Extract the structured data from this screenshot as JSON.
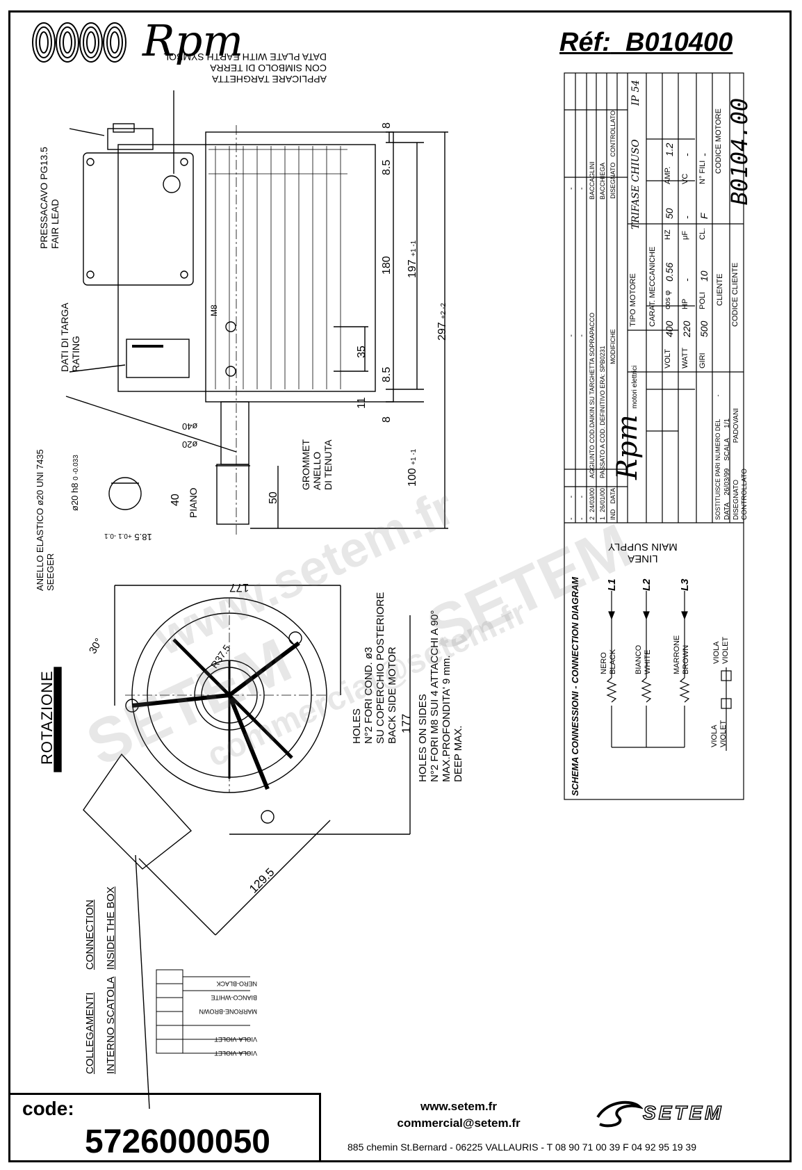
{
  "header": {
    "brand": "Rpm",
    "ref_label": "Réf:",
    "ref_value": "B010400"
  },
  "labels": {
    "data_plate": [
      "APPLICARE TARGHETTA",
      "CON SIMBOLO DI TERRA",
      "DATA PLATE WITH EARTH SYMBOL"
    ],
    "pressacavo": [
      "PRESSACAVO PG13.5",
      "FAIR LEAD"
    ],
    "dati_targa": [
      "DATI DI TARGA",
      "RATING"
    ],
    "anello_elastico": [
      "ANELLO ELASTICO ø20 UNI 7435",
      "SEEGER"
    ],
    "grommet": [
      "GROMMET",
      "ANELLO",
      "DI TENUTA"
    ],
    "piano": "PIANO",
    "rotazione": "ROTAZIONE",
    "holes_back": [
      "HOLES",
      "N°2 FORI COND. ø3",
      "SU COPERCHIO POSTERIORE",
      "BACK SIDE MOTOR"
    ],
    "holes_sides": [
      "HOLES          ON         SIDES",
      "N°2 FORI M8 SUI 4 ATTACCHI A 90°",
      "MAX.PROFONDITA' 9 mm.",
      "DEEP MAX."
    ],
    "connection_box": [
      "CONNECTION",
      "INSIDE THE BOX"
    ],
    "collegamenti": [
      "COLLEGAMENTI",
      "INTERNO SCATOLA"
    ],
    "terminal_wires": [
      "VIOLA-VIOLET",
      "VIOLA-VIOLET",
      "MARRONE-BROWN",
      "BIANCO-WHITE",
      "NERO-BLACK"
    ],
    "m8": "M8"
  },
  "dimensions": {
    "d8_top": "8",
    "d8_5_top": "8.5",
    "d180": "180",
    "d197": "197",
    "d197_tol": "+1 -1",
    "d297": "297",
    "d297_tol": "+2 -2",
    "d35": "35",
    "d8_5_bot": "8.5",
    "d11": "11",
    "d8_bot": "8",
    "d100": "100",
    "d100_tol": "+1 -1",
    "d50": "50",
    "d40": "40",
    "phi40": "ø40",
    "phi20": "ø20",
    "shaft_phi": "ø20 h8",
    "shaft_tol": "0 -0.033",
    "d18_5": "18.5",
    "d18_5_tol": "+0.1 -0.1",
    "d177_h": "177",
    "d177_v": "177",
    "r37_5": "R37.5",
    "d129_5": "129.5",
    "angle30": "30°"
  },
  "title_block": {
    "rows": [
      {
        "ind": "-",
        "data": "-",
        "modifiche": "-",
        "dis": "-"
      },
      {
        "ind": "-",
        "data": "-",
        "modifiche": "-",
        "dis": "-"
      },
      {
        "ind": "2",
        "data": "24/03/00",
        "modifiche": "AGGIUNTO COD.DAIKIN SU TARGHETTA SOPRAPACCO",
        "dis": "BACCAGLINI"
      },
      {
        "ind": "1",
        "data": "26/01/00",
        "modifiche": "PASSATO A COD. DEFINITIVO ERA: SPB0231",
        "dis": "BACCHIEGA"
      }
    ],
    "header_cells": {
      "ind": "IND",
      "data": "DATA",
      "modifiche": "MODIFICHE",
      "dis": "DISEGNATO",
      "contr": "CONTROLLATO"
    },
    "logo_text": "Rpm",
    "logo_sub": "motori elettrici",
    "tipo_motore_label": "TIPO MOTORE",
    "tipo_motore": "TRIFASE CHIUSO",
    "ip": "IP 54",
    "carat_label": "CARAT. MECCANICHE",
    "volt_label": "VOLT",
    "volt": "400",
    "cos_label": "cos φ",
    "cos": "0.56",
    "hz_label": "HZ",
    "hz": "50",
    "amp_label": "AMP.",
    "amp": "1.2",
    "watt_label": "WATT",
    "watt": "220",
    "hp_label": "HP",
    "hp": "-",
    "uf_label": "μF",
    "uf": "-",
    "vc_label": "VC",
    "vc": "-",
    "giri_label": "GIRI",
    "giri": "500",
    "poli_label": "POLI",
    "poli": "10",
    "cl_label": "CL.",
    "cl": "F",
    "nfili_label": "N° FILI",
    "nfili": "-",
    "sostituisce_label": "SOSTITUISCE PARI NUMERO DEL",
    "sostituisce": "-",
    "data_label": "DATA",
    "data": "26/03/99",
    "scala_label": "SCALA",
    "scala": "1/1",
    "disegnato_label": "DISEGNATO",
    "disegnato": "PADOVANI",
    "controllato_label": "CONTROLLATO",
    "cliente_label": "CLIENTE",
    "codice_cliente_label": "CODICE CLIENTE",
    "codice_motore_label": "CODICE MOTORE",
    "codice_motore": "B0104.00"
  },
  "schema": {
    "title": "SCHEMA CONNESSIONI  -  CONNECTION DIAGRAM",
    "linea": [
      "LINEA",
      "MAIN SUPPLY"
    ],
    "phases": [
      "L1",
      "L2",
      "L3"
    ],
    "wires": [
      {
        "it": "NERO",
        "en": "BLACK"
      },
      {
        "it": "BIANCO",
        "en": "WHITE"
      },
      {
        "it": "MARRONE",
        "en": "BROWN"
      }
    ],
    "viola_top": [
      "VIOLA",
      "VIOLET"
    ],
    "viola_bottom": [
      "VIOLA",
      "VIOLET"
    ]
  },
  "watermarks": [
    "www.setem.fr",
    "SETEM",
    "SETEM",
    "commercial@setem.fr"
  ],
  "footer": {
    "code_label": "code:",
    "code_value": "5726000050",
    "web": "www.setem.fr",
    "email": "commercial@setem.fr",
    "address": "885 chemin St.Bernard  -  06225 VALLAURIS  -  T 08 90 71 00 39   F 04 92 95 19 39",
    "setem_logo": "SETEM"
  },
  "colors": {
    "ink": "#000000",
    "watermark": "#b4b4b4",
    "background": "#ffffff"
  }
}
